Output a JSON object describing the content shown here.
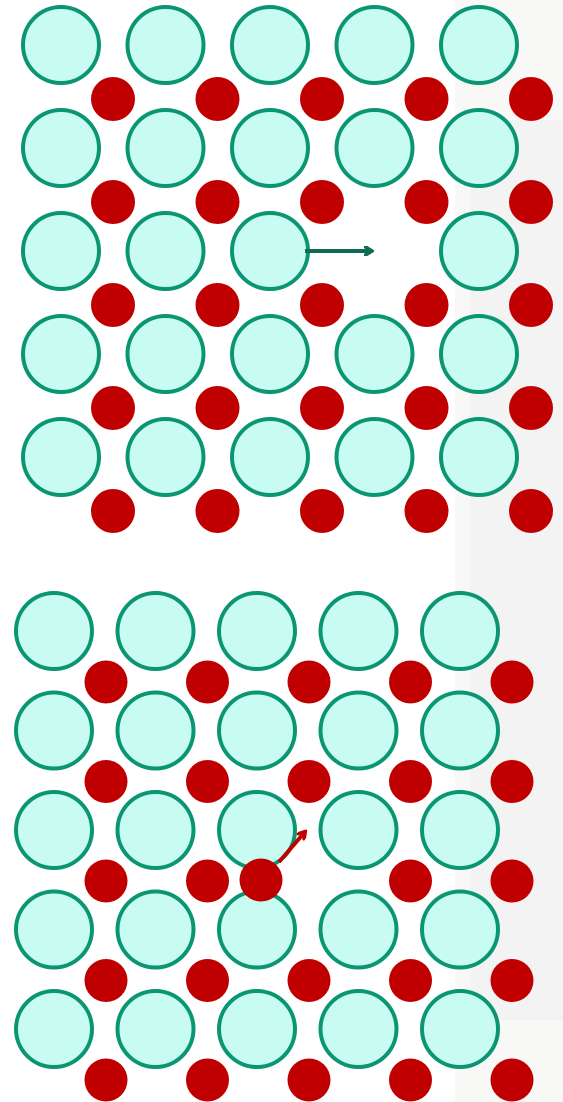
{
  "colors": {
    "large_fill": "#c8fbf1",
    "large_stroke": "#0a9672",
    "small_fill": "#c00000",
    "vacancy_arrow": "#0f6b54",
    "interstitial_arrow": "#c00000",
    "background": "#ffffff"
  },
  "panels": [
    {
      "name": "schottky-panel",
      "rows": 5,
      "cols": 5,
      "vacancy": {
        "row": 2,
        "col": 3
      },
      "displaced_small": null,
      "arrow": "vacancy-arrow"
    },
    {
      "name": "frenkel-panel",
      "rows": 5,
      "cols": 5,
      "vacancy": null,
      "displaced_small": {
        "row": 2,
        "col": 2
      },
      "arrow": "interstitial-arrow"
    }
  ]
}
